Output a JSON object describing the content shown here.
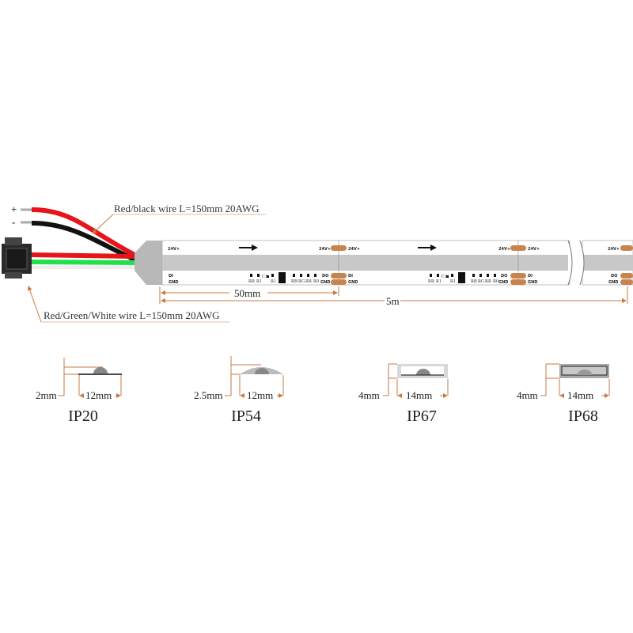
{
  "wires": {
    "plus_sign": "+",
    "minus_sign": "-",
    "power_wire_label": "Red/black wire L=150mm 20AWG",
    "signal_wire_label": "Red/Green/White wire L=150mm 20AWG"
  },
  "strip": {
    "pad_top": "24V+",
    "pad_di": "DI",
    "pad_do": "DO",
    "pad_gnd": "GND",
    "components": [
      "RR",
      "R1",
      "C1",
      "R1",
      "RB",
      "RG",
      "RR",
      "R0"
    ],
    "segment_length": "50mm",
    "total_length": "5m"
  },
  "profiles": [
    {
      "name": "IP20",
      "height": "2mm",
      "width": "12mm"
    },
    {
      "name": "IP54",
      "height": "2.5mm",
      "width": "12mm"
    },
    {
      "name": "IP67",
      "height": "4mm",
      "width": "14mm"
    },
    {
      "name": "IP68",
      "height": "4mm",
      "width": "14mm"
    }
  ],
  "colors": {
    "red": "#e8141b",
    "black": "#111111",
    "green": "#22e04a",
    "pad": "#c8844f",
    "dimension": "#c87a45",
    "strip_gray": "#c8c8c8"
  }
}
